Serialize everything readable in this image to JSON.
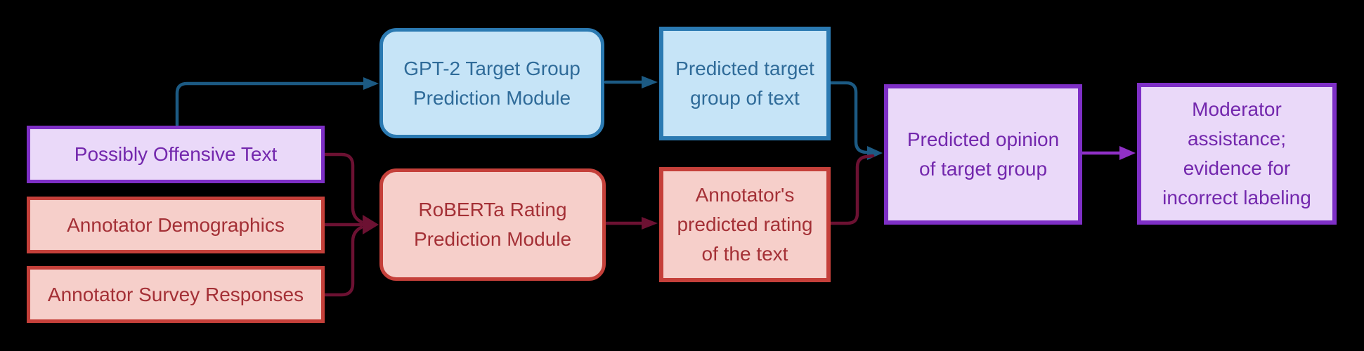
{
  "colors": {
    "background": "#000000",
    "purple-fill": "#ead9f9",
    "purple-border": "#7e2fc6",
    "purple-text": "#7327ad",
    "blue-fill": "#c6e4f7",
    "blue-border": "#2b7ab2",
    "blue-text": "#2f6b99",
    "red-fill": "#f6cfca",
    "red-border": "#c5403a",
    "red-text": "#a43036",
    "teal-arrow": "#1c5a83",
    "maroon-arrow": "#6c1132",
    "purple-arrow": "#9030c6"
  },
  "nodes": {
    "possibly_offensive_text": {
      "label": "Possibly Offensive Text"
    },
    "annotator_demographics": {
      "label": "Annotator Demographics"
    },
    "annotator_survey_responses": {
      "label": "Annotator Survey Responses"
    },
    "gpt2_module": {
      "label": [
        "GPT-2 Target Group",
        "Prediction Module"
      ]
    },
    "roberta_module": {
      "label": [
        "RoBERTa Rating",
        "Prediction Module"
      ]
    },
    "predicted_target_group": {
      "label": [
        "Predicted target",
        "group of text"
      ]
    },
    "annotator_predicted_rating": {
      "label": [
        "Annotator's",
        "predicted rating",
        "of the text"
      ]
    },
    "predicted_opinion": {
      "label": [
        "Predicted opinion",
        "of target group"
      ]
    },
    "moderator_assistance": {
      "label": [
        "Moderator",
        "assistance;",
        "evidence for",
        "incorrect labeling"
      ]
    }
  }
}
